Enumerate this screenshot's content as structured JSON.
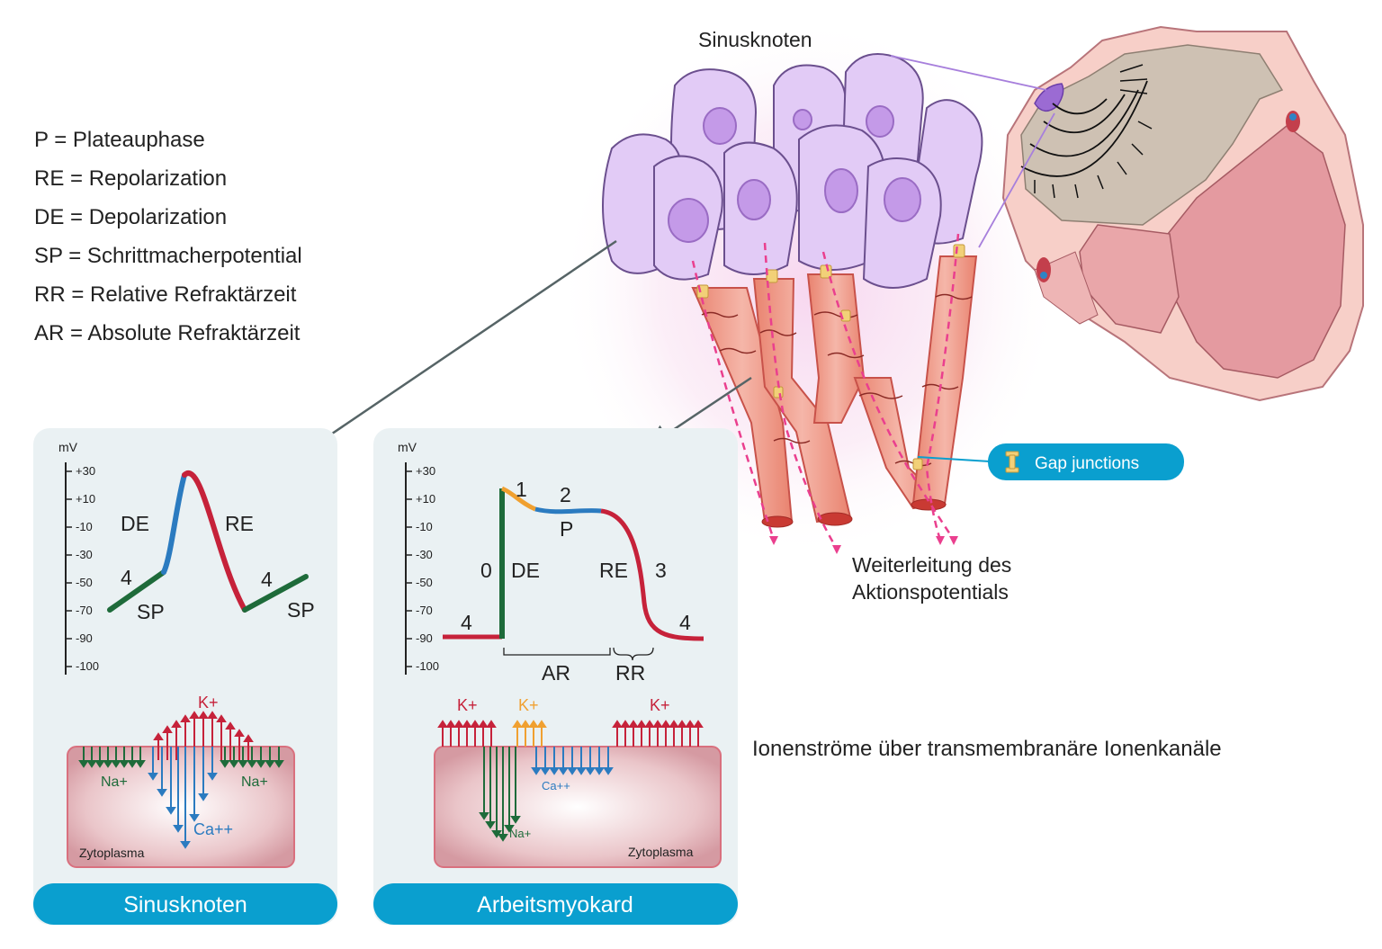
{
  "legend": [
    "P = Plateauphase",
    "RE = Repolarization",
    "DE = Depolarization",
    "SP = Schrittmacherpotential",
    "RR = Relative Refraktärzeit",
    "AR = Absolute Refraktärzeit"
  ],
  "top": {
    "sinus_label": "Sinusknoten",
    "propagation_line1": "Weiterleitung des",
    "propagation_line2": "Aktionspotentials",
    "gap_label": "Gap junctions",
    "ion_label": "Ionenströme über transmembranäre Ionenkanäle"
  },
  "axis": {
    "unit": "mV",
    "ticks": [
      "+30",
      "+10",
      "-10",
      "-30",
      "-50",
      "-70",
      "-90",
      "-100"
    ]
  },
  "sinus_panel": {
    "title": "Sinusknoten",
    "labels": {
      "de": "DE",
      "re": "RE",
      "phase4_left": "4",
      "phase4_right": "4",
      "sp_left": "SP",
      "sp_right": "SP"
    },
    "ions": {
      "k": "K+",
      "na_left": "Na+",
      "na_right": "Na+",
      "ca": "Ca++",
      "cyto": "Zytoplasma"
    }
  },
  "work_panel": {
    "title": "Arbeitsmyokard",
    "labels": {
      "p1": "1",
      "p2": "2",
      "p": "P",
      "p0": "0",
      "de": "DE",
      "re": "RE",
      "p3": "3",
      "p4_left": "4",
      "p4_right": "4",
      "ar": "AR",
      "rr": "RR"
    },
    "ions": {
      "k1": "K+",
      "k2": "K+",
      "k3": "K+",
      "ca": "Ca++",
      "na": "Na+",
      "cyto": "Zytoplasma"
    }
  },
  "colors": {
    "accent": "#0a9fcf",
    "green": "#1e6b3a",
    "blue": "#2b7bc0",
    "red": "#c6223a",
    "orange": "#f0a030",
    "panel": "#eaf1f3",
    "cell": "#e0c8f5",
    "muscle": "#ef9d90"
  }
}
